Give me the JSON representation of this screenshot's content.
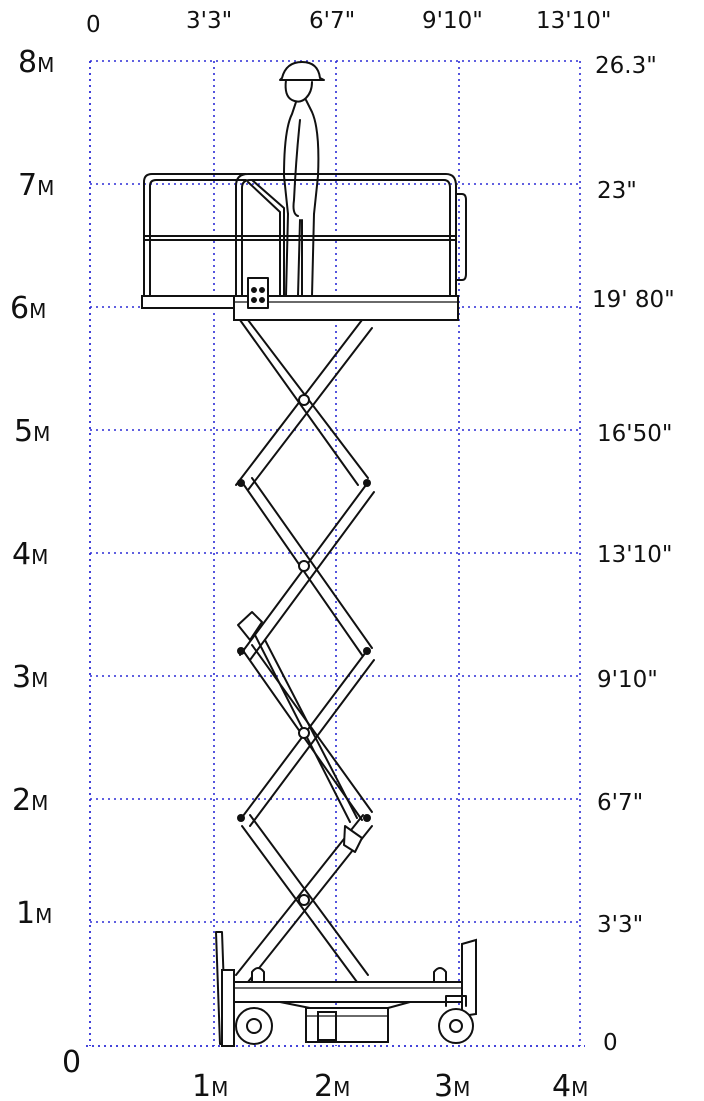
{
  "diagram": {
    "left_axis_labels": [
      {
        "value": "8",
        "unit": "M"
      },
      {
        "value": "7",
        "unit": "M"
      },
      {
        "value": "6",
        "unit": "M"
      },
      {
        "value": "5",
        "unit": "M"
      },
      {
        "value": "4",
        "unit": "M"
      },
      {
        "value": "3",
        "unit": "M"
      },
      {
        "value": "2",
        "unit": "M"
      },
      {
        "value": "1",
        "unit": "M"
      },
      {
        "value": "0",
        "unit": ""
      }
    ],
    "right_axis_labels": [
      "26.3\"",
      "23\"",
      "19' 80\"",
      "16'50\"",
      "13'10\"",
      "9'10\"",
      "6'7\"",
      "3'3\"",
      "0"
    ],
    "top_axis_labels": [
      "0",
      "3'3\"",
      "6'7\"",
      "9'10\"",
      "13'10\""
    ],
    "bottom_axis_labels": [
      {
        "value": "1",
        "unit": "M"
      },
      {
        "value": "2",
        "unit": "M"
      },
      {
        "value": "3",
        "unit": "M"
      },
      {
        "value": "4",
        "unit": "M"
      }
    ],
    "colors": {
      "grid": "#2b2bd6",
      "ink": "#111111"
    }
  }
}
